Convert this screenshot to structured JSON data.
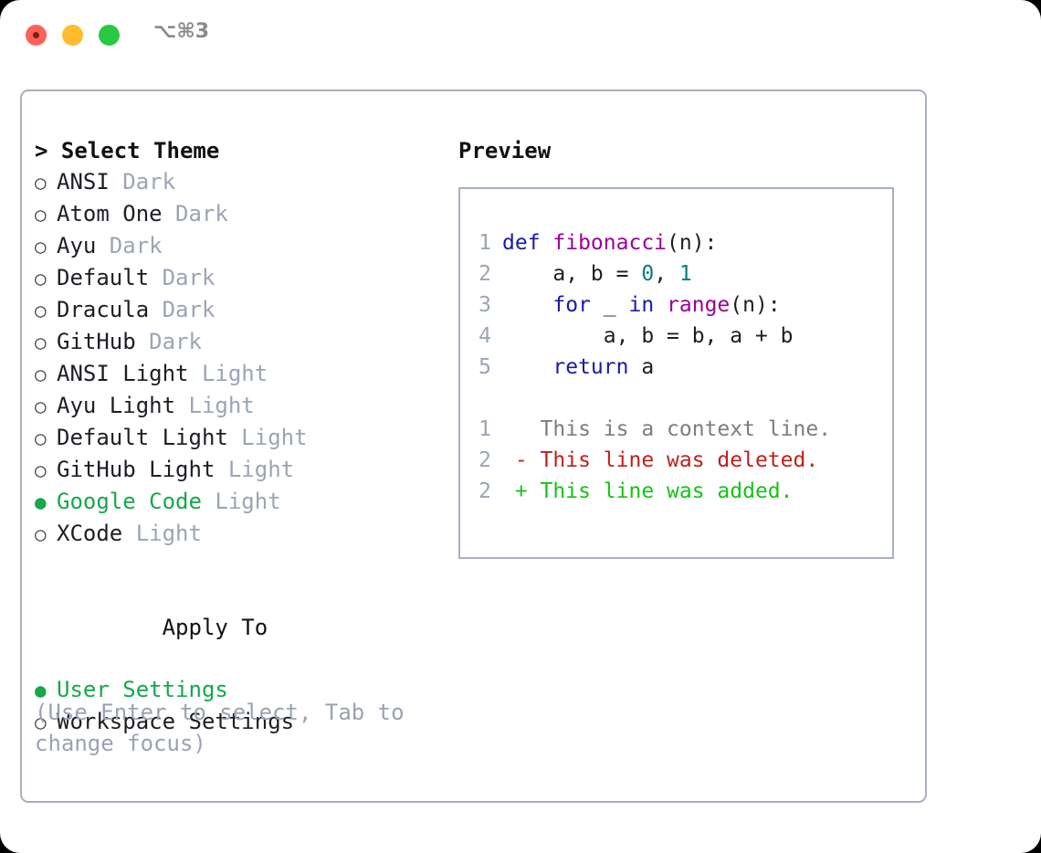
{
  "window": {
    "shortcut": "⌥⌘3",
    "traffic_lights": [
      "close",
      "minimize",
      "maximize"
    ],
    "colors": {
      "red": "#ff6159",
      "yellow": "#ffbd2e",
      "green": "#28c840",
      "accent_green": "#16a84a",
      "border": "#a7b0bf",
      "muted": "#9aa5b4"
    }
  },
  "theme_picker": {
    "header": "> Select Theme",
    "bullet_off": "○",
    "bullet_on": "●",
    "items": [
      {
        "name": "ANSI",
        "variant": "Dark",
        "selected": false
      },
      {
        "name": "Atom One",
        "variant": "Dark",
        "selected": false
      },
      {
        "name": "Ayu",
        "variant": "Dark",
        "selected": false
      },
      {
        "name": "Default",
        "variant": "Dark",
        "selected": false
      },
      {
        "name": "Dracula",
        "variant": "Dark",
        "selected": false
      },
      {
        "name": "GitHub",
        "variant": "Dark",
        "selected": false
      },
      {
        "name": "ANSI Light",
        "variant": "Light",
        "selected": false
      },
      {
        "name": "Ayu Light",
        "variant": "Light",
        "selected": false
      },
      {
        "name": "Default Light",
        "variant": "Light",
        "selected": false
      },
      {
        "name": "GitHub Light",
        "variant": "Light",
        "selected": false
      },
      {
        "name": "Google Code",
        "variant": "Light",
        "selected": true
      },
      {
        "name": "XCode",
        "variant": "Light",
        "selected": false
      }
    ]
  },
  "apply_to": {
    "header": "Apply To",
    "items": [
      {
        "name": "User Settings",
        "selected": true
      },
      {
        "name": "Workspace Settings",
        "selected": false
      }
    ]
  },
  "hint": "(Use Enter to select, Tab to change focus)",
  "preview": {
    "title": "Preview",
    "code_lines": [
      {
        "number": "1",
        "tokens": [
          {
            "text": "def ",
            "type": "kw"
          },
          {
            "text": "fibonacci",
            "type": "fn"
          },
          {
            "text": "(n):",
            "type": "punc"
          }
        ]
      },
      {
        "number": "2",
        "tokens": [
          {
            "text": "    a, b = ",
            "type": "plain"
          },
          {
            "text": "0",
            "type": "num"
          },
          {
            "text": ", ",
            "type": "plain"
          },
          {
            "text": "1",
            "type": "num"
          }
        ]
      },
      {
        "number": "3",
        "tokens": [
          {
            "text": "    ",
            "type": "plain"
          },
          {
            "text": "for",
            "type": "kw"
          },
          {
            "text": " _ ",
            "type": "plain"
          },
          {
            "text": "in",
            "type": "kw"
          },
          {
            "text": " ",
            "type": "plain"
          },
          {
            "text": "range",
            "type": "fn"
          },
          {
            "text": "(n):",
            "type": "punc"
          }
        ]
      },
      {
        "number": "4",
        "tokens": [
          {
            "text": "        a, b = b, a + b",
            "type": "plain"
          }
        ]
      },
      {
        "number": "5",
        "tokens": [
          {
            "text": "    ",
            "type": "plain"
          },
          {
            "text": "return",
            "type": "kw"
          },
          {
            "text": " a",
            "type": "plain"
          }
        ]
      }
    ],
    "diff_lines": [
      {
        "number": "1",
        "marker": " ",
        "text": " This is a context line.",
        "kind": "context"
      },
      {
        "number": "2",
        "marker": "-",
        "text": " This line was deleted.",
        "kind": "deleted"
      },
      {
        "number": "2",
        "marker": "+",
        "text": " This line was added.",
        "kind": "added"
      }
    ]
  }
}
